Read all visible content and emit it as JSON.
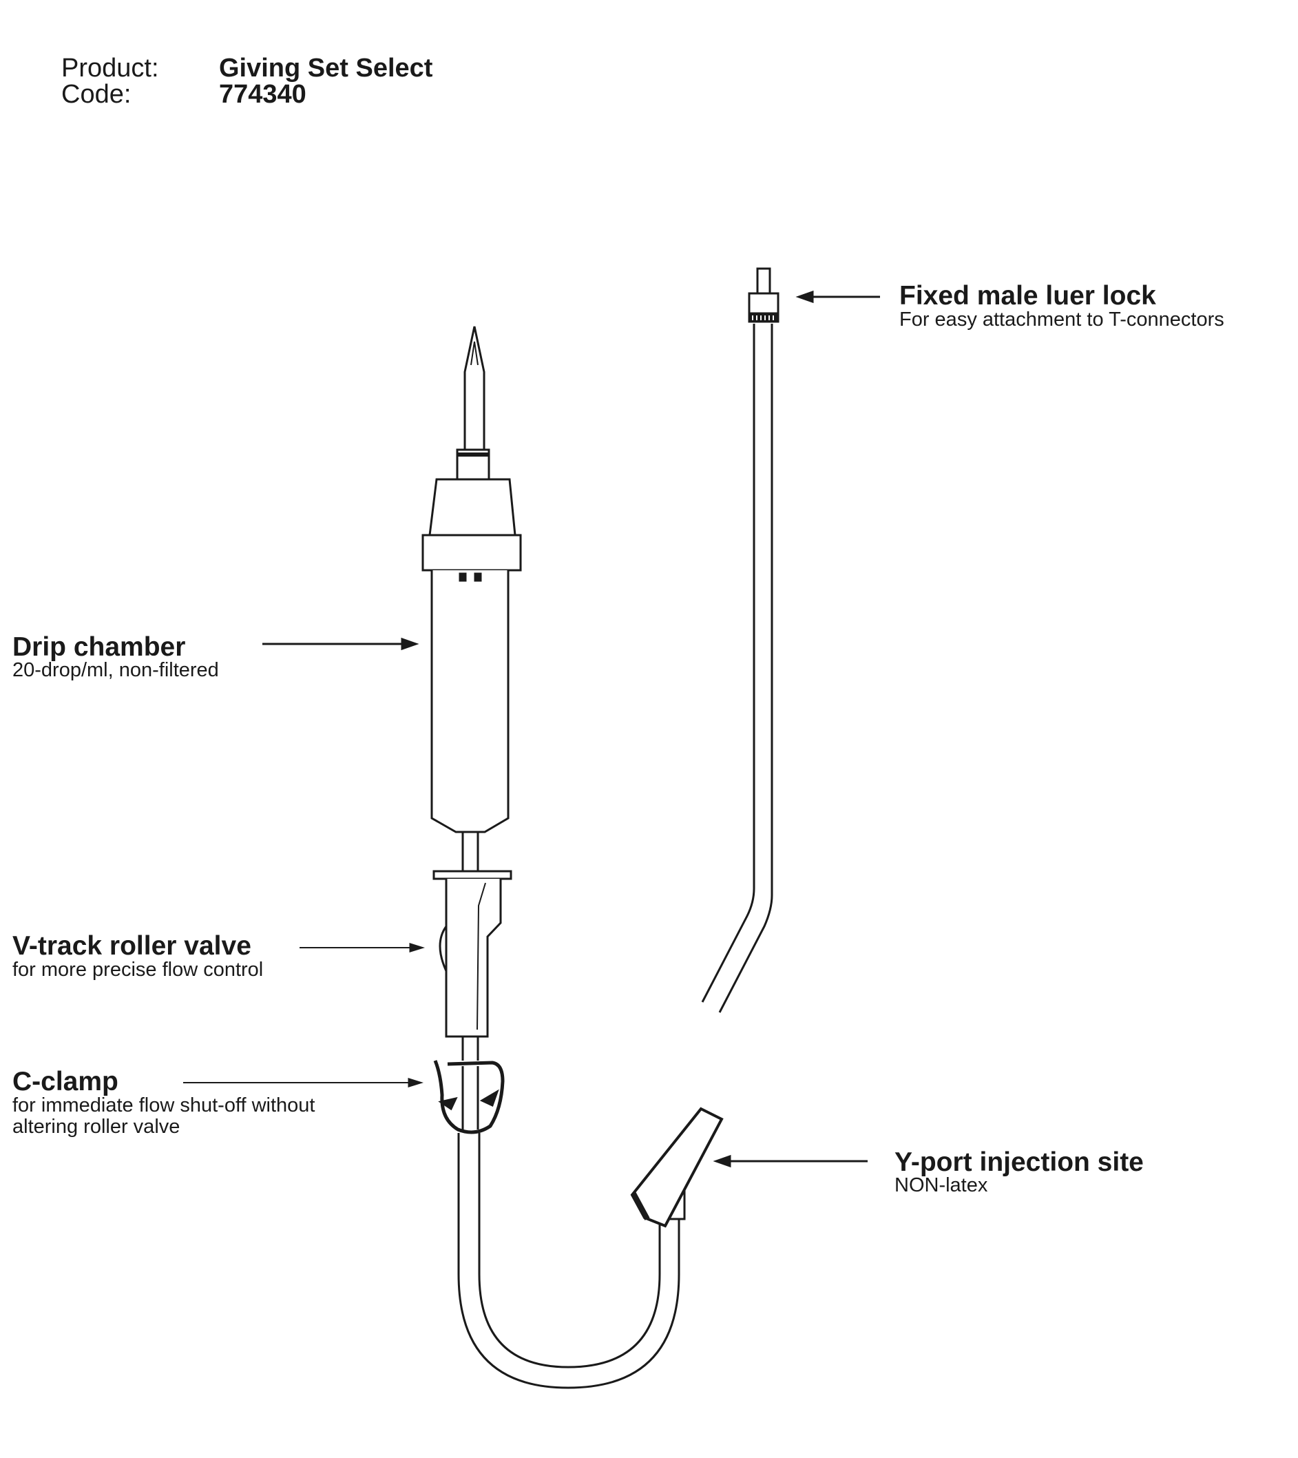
{
  "header": {
    "product_label": "Product:",
    "product_value": "Giving Set Select",
    "code_label": "Code:",
    "code_value": "774340"
  },
  "callouts": [
    {
      "title": "Fixed male luer lock",
      "lines": [
        "For easy attachment to T-connectors"
      ]
    },
    {
      "title": "Drip chamber",
      "lines": [
        "20-drop/ml, non-filtered"
      ]
    },
    {
      "title": "V-track roller valve",
      "lines": [
        "for more precise flow control"
      ]
    },
    {
      "title": "C-clamp",
      "lines": [
        "for immediate flow shut-off without",
        "altering roller valve"
      ]
    },
    {
      "title": "Y-port injection site",
      "lines": [
        "NON-latex"
      ]
    }
  ],
  "colors": {
    "ink": "#1a1a1a",
    "background": "#ffffff"
  }
}
